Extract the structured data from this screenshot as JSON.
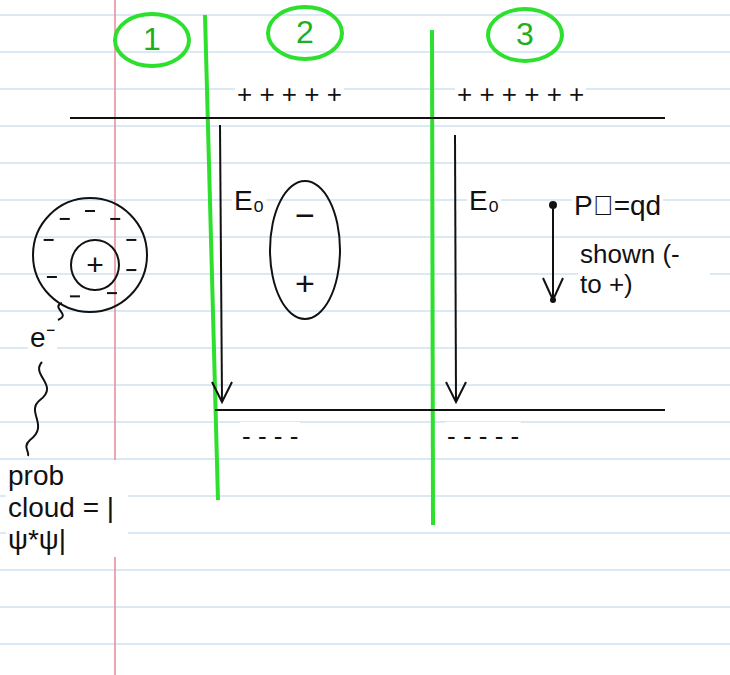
{
  "diagram": {
    "nodes": [
      {
        "text": [
          "1"
        ]
      },
      {
        "text": [
          "2"
        ]
      },
      {
        "text": [
          "3"
        ]
      },
      {
        "text": [
          "+"
        ]
      },
      {
        "text": [
          "−",
          "+"
        ]
      }
    ],
    "labels": [
      "+ + + + +",
      "+ + + + + +",
      "- - - -",
      "- - - - -",
      "E₀",
      "E₀",
      "e⁻",
      "prob cloud = |ψ*ψ|",
      "P⃗=qd",
      "shown (- to +)"
    ]
  }
}
